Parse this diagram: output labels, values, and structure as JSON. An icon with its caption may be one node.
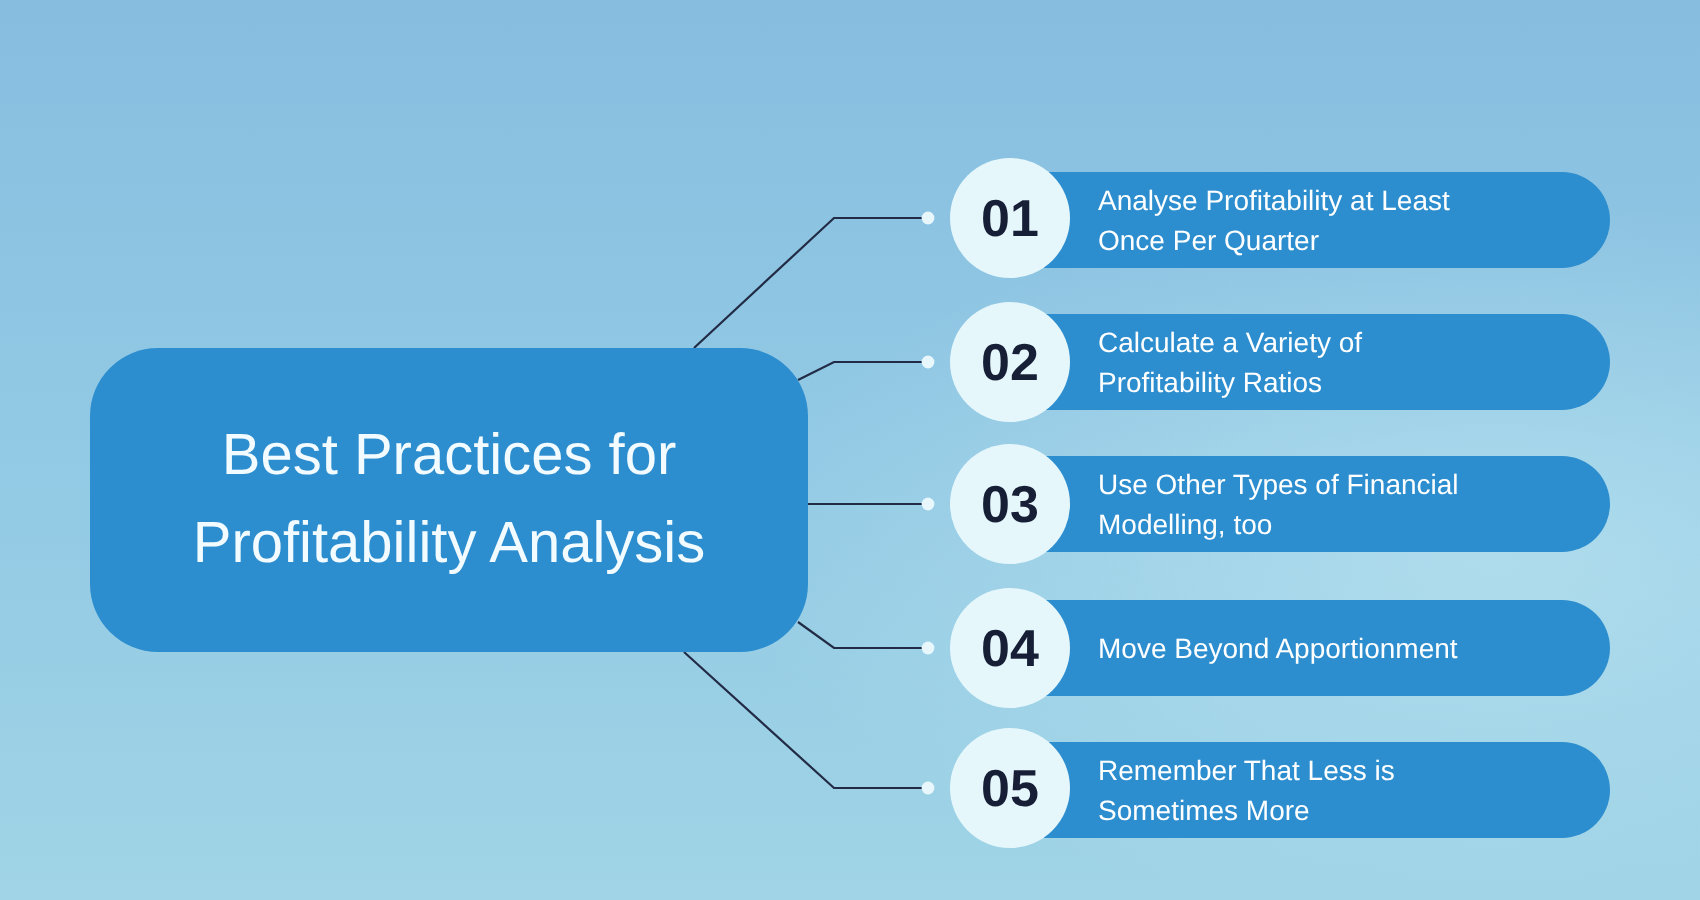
{
  "diagram": {
    "nodes": [
      {
        "text": [
          "Best Practices for Profitability Analysis"
        ]
      },
      {
        "text": [
          "01"
        ]
      },
      {
        "text": [
          "Analyse Profitability at Least Once Per Quarter"
        ]
      },
      {
        "text": [
          "02"
        ]
      },
      {
        "text": [
          "Calculate a Variety of Profitability Ratios"
        ]
      },
      {
        "text": [
          "03"
        ]
      },
      {
        "text": [
          "Use Other Types of Financial Modelling, too"
        ]
      },
      {
        "text": [
          "04"
        ]
      },
      {
        "text": [
          "Move Beyond Apportionment"
        ]
      },
      {
        "text": [
          "05"
        ]
      },
      {
        "text": [
          "Remember That Less is Sometimes More"
        ]
      }
    ],
    "edges": [
      {
        "from": 0,
        "to": 1,
        "arrow": "other"
      },
      {
        "from": 0,
        "to": 3,
        "arrow": "other"
      },
      {
        "from": 0,
        "to": 5,
        "arrow": "other"
      },
      {
        "from": 0,
        "to": 7,
        "arrow": "other"
      },
      {
        "from": 0,
        "to": 9,
        "arrow": "other"
      }
    ]
  }
}
